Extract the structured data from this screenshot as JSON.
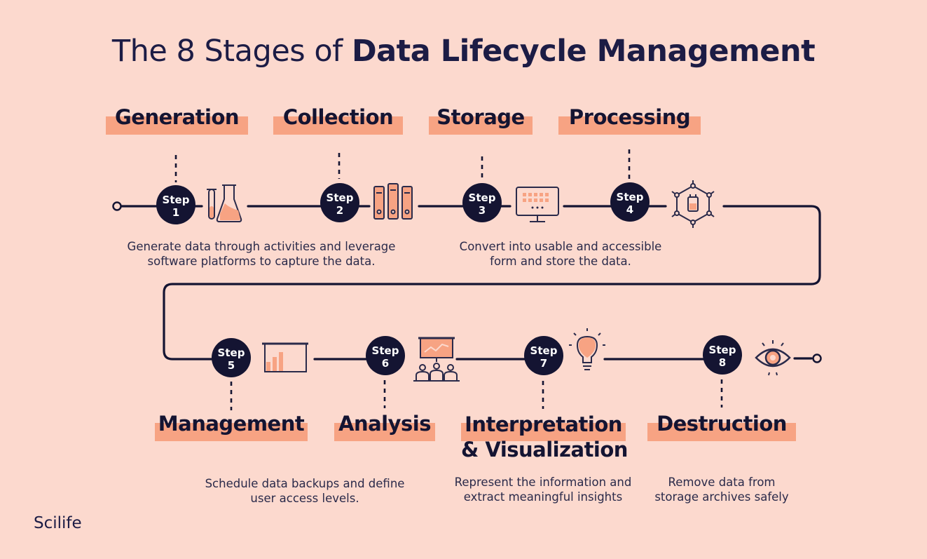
{
  "title": {
    "prefix": "The 8 Stages of ",
    "bold": "Data Lifecycle Management"
  },
  "step_word": "Step",
  "stages": [
    {
      "num": "1",
      "label": "Generation",
      "icon": "lab-flask-icon"
    },
    {
      "num": "2",
      "label": "Collection",
      "icon": "binders-icon"
    },
    {
      "num": "3",
      "label": "Storage",
      "icon": "monitor-icon"
    },
    {
      "num": "4",
      "label": "Processing",
      "icon": "molecule-vial-icon"
    },
    {
      "num": "5",
      "label": "Management",
      "icon": "bar-chart-board-icon"
    },
    {
      "num": "6",
      "label": "Analysis",
      "icon": "presentation-icon"
    },
    {
      "num": "7",
      "label_line1": "Interpretation",
      "label_line2": "& Visualization",
      "icon": "lightbulb-icon"
    },
    {
      "num": "8",
      "label": "Destruction",
      "icon": "eye-icon"
    }
  ],
  "descriptions": {
    "d1": {
      "line1": "Generate data through activities and leverage",
      "line2": "software platforms to capture the data."
    },
    "d2": {
      "line1": "Convert into usable and accessible",
      "line2": "form and store the data."
    },
    "d3": {
      "line1": "Schedule data backups and define",
      "line2": "user access levels."
    },
    "d4": {
      "line1": "Represent the information and",
      "line2": "extract meaningful insights"
    },
    "d5": {
      "line1": "Remove data from",
      "line2": "storage archives safely"
    }
  },
  "logo": "Scilife",
  "colors": {
    "background": "#fcd9ce",
    "navy": "#141432",
    "accent": "#f7a383"
  }
}
